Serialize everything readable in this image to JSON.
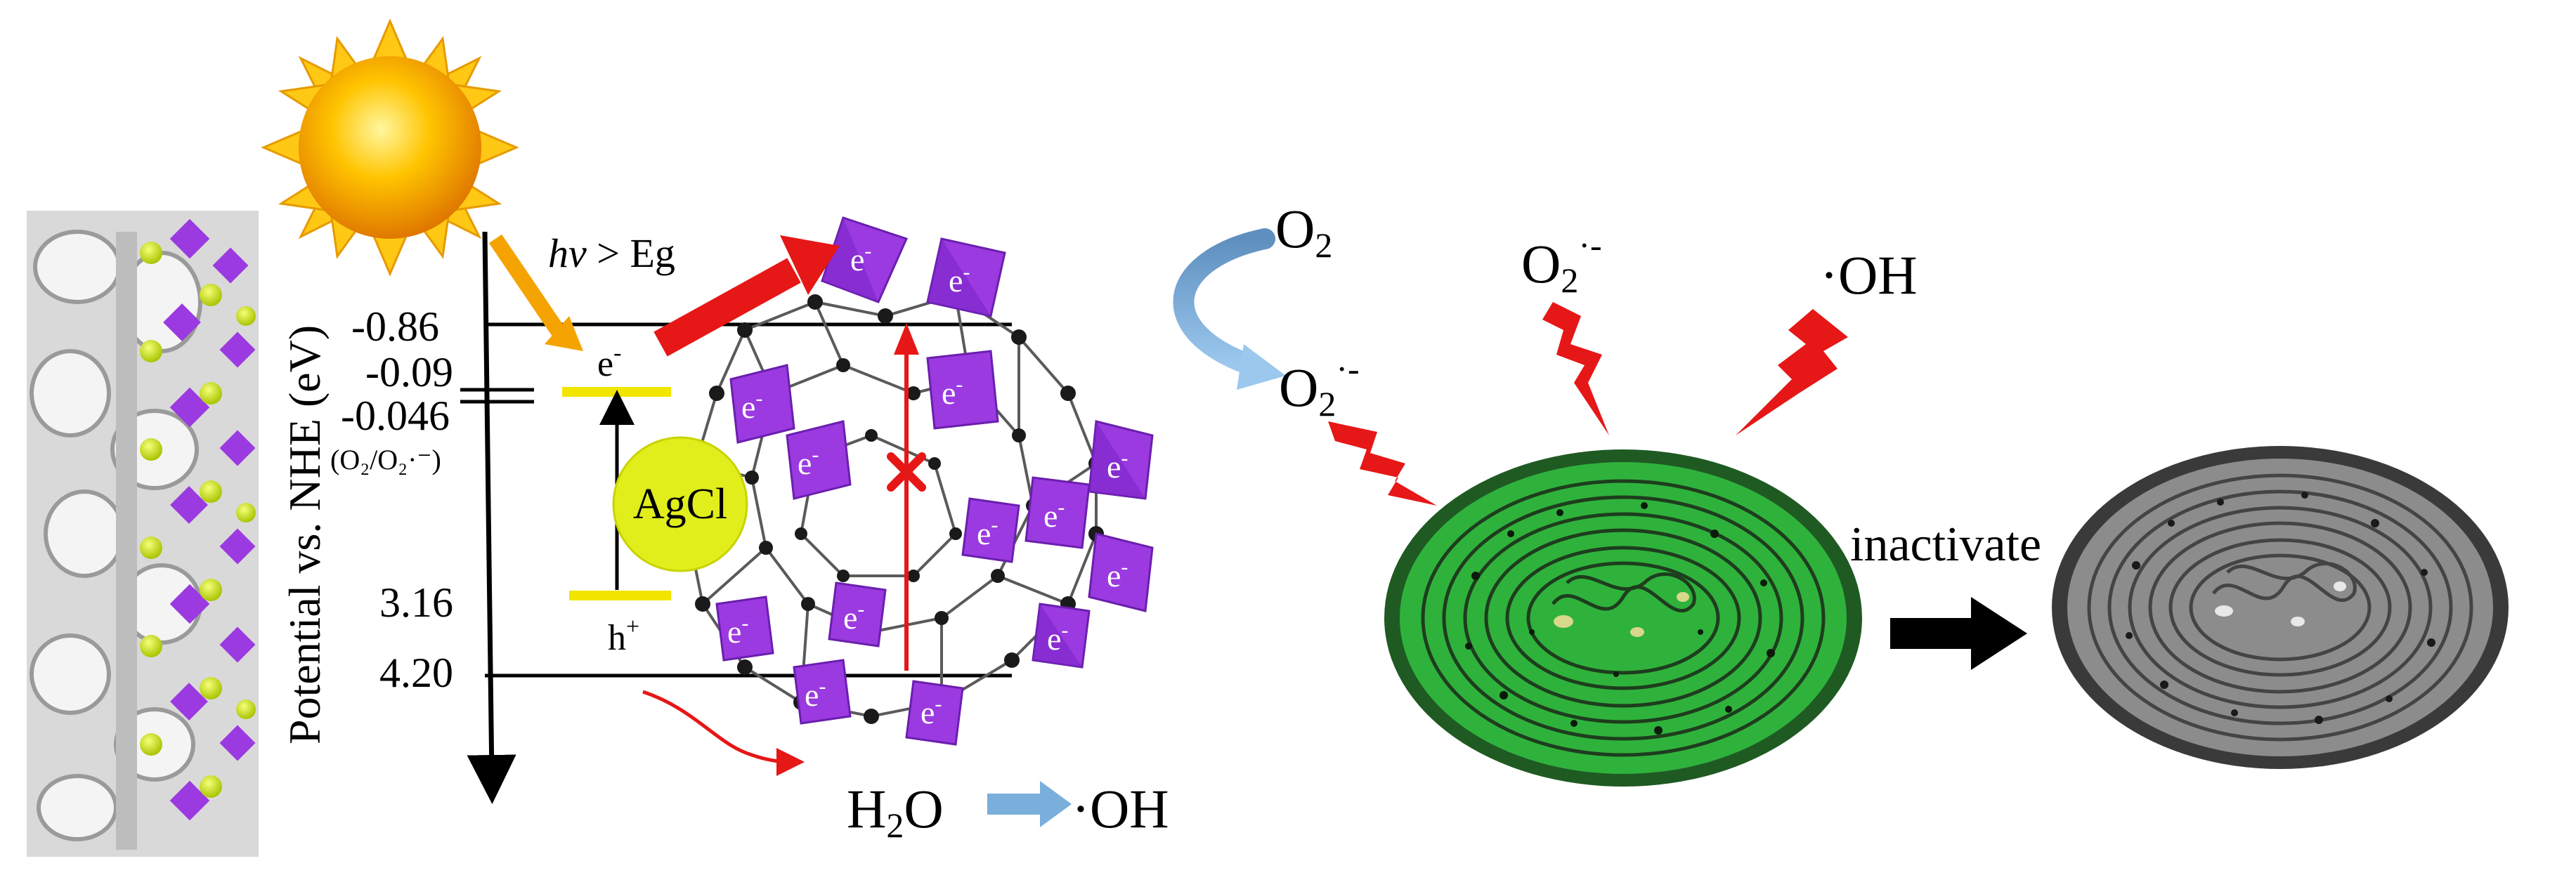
{
  "axis": {
    "label": "Potential vs. NHE (eV)",
    "ticks": [
      "-0.86",
      "-0.09",
      "-0.046",
      "(O₂/O₂·⁻)",
      "3.16",
      "4.20"
    ]
  },
  "excitation": {
    "hv": "hv",
    "gt_eg": " > Eg"
  },
  "carriers": {
    "electron": "e",
    "minus": "-",
    "hole": "h",
    "plus": "+"
  },
  "materials": {
    "agcl": "AgCl"
  },
  "pom_electron_labels": [
    "e",
    "-"
  ],
  "reactions": {
    "o2": "O",
    "o2_sub": "2",
    "superoxide": "O",
    "superoxide_sub": "2",
    "superoxide_sup": "·-",
    "superoxide_label_top": "O",
    "superoxide_top_sub": "2",
    "superoxide_top_sup": "·-",
    "hydroxyl": "·OH",
    "water": "H",
    "water_sub": "2",
    "water_tail": "O",
    "hydroxyl_product": "·OH"
  },
  "process": {
    "inactivate": "inactivate"
  },
  "colors": {
    "sun_core": "#f5a300",
    "sun_ray": "#ffd21a",
    "agcl": "#e1ee1c",
    "pom_purple": "#9b3ae0",
    "red_arrow": "#e61717",
    "blue_arrow": "#7aaedb",
    "cell_green": "#2fb23c",
    "cell_gray": "#8c8c8c",
    "yellow_level": "#f2e600"
  }
}
